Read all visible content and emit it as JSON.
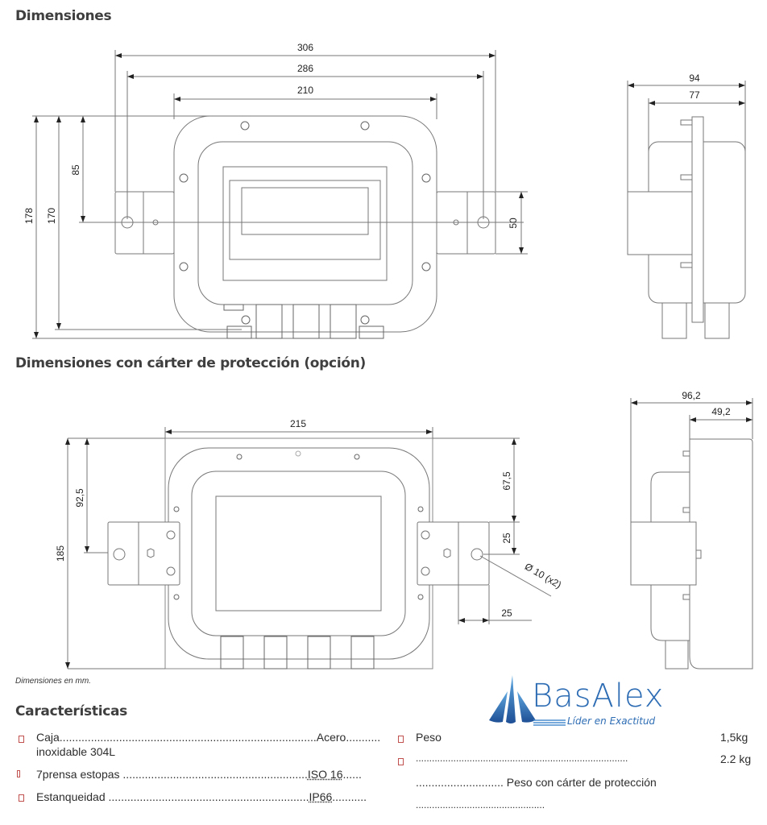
{
  "sections": {
    "dimensions_title": "Dimensiones",
    "protection_title": "Dimensiones con cárter de protección (opción)",
    "features_title": "Características",
    "units_note": "Dimensiones en mm."
  },
  "front_view": {
    "dims_horizontal": [
      "306",
      "286",
      "210"
    ],
    "dims_vertical": [
      "178",
      "170",
      "85"
    ],
    "bracket_height": "50"
  },
  "side_view": {
    "dims": [
      "94",
      "77"
    ]
  },
  "protection_front_view": {
    "width": "215",
    "height": "185",
    "half_height": "92,5",
    "top_offset": "67,5",
    "bracket_height": "25",
    "bracket_width": "25",
    "hole": "Ø 10 (x2)"
  },
  "protection_side_view": {
    "dims": [
      "96,2",
      "49,2"
    ]
  },
  "logo": {
    "name": "BasAlex",
    "tagline": "Líder en Exactitud",
    "color": "#2e6db4"
  },
  "features": [
    {
      "label": "Caja",
      "dots": "..................................................................................",
      "value": "Acero",
      "trail": "...........",
      "cont": "inoxidable 304L"
    },
    {
      "label": "7prensa estopas",
      "dots": " ...........................................................",
      "value": "ISO 16",
      "trail": "......"
    },
    {
      "label": "Estanqueidad",
      "dots": " ................................................................",
      "value": "IP66",
      "trail": "..........."
    }
  ],
  "features_right": [
    {
      "label": "Peso",
      "value": "1,5kg"
    },
    {
      "label": "...............................................................................",
      "value": "2.2 kg"
    },
    {
      "label": "............................ Peso  con  cárter  de  protección"
    },
    {
      "label": "................................................"
    }
  ],
  "bullet_color": "#c0504d"
}
